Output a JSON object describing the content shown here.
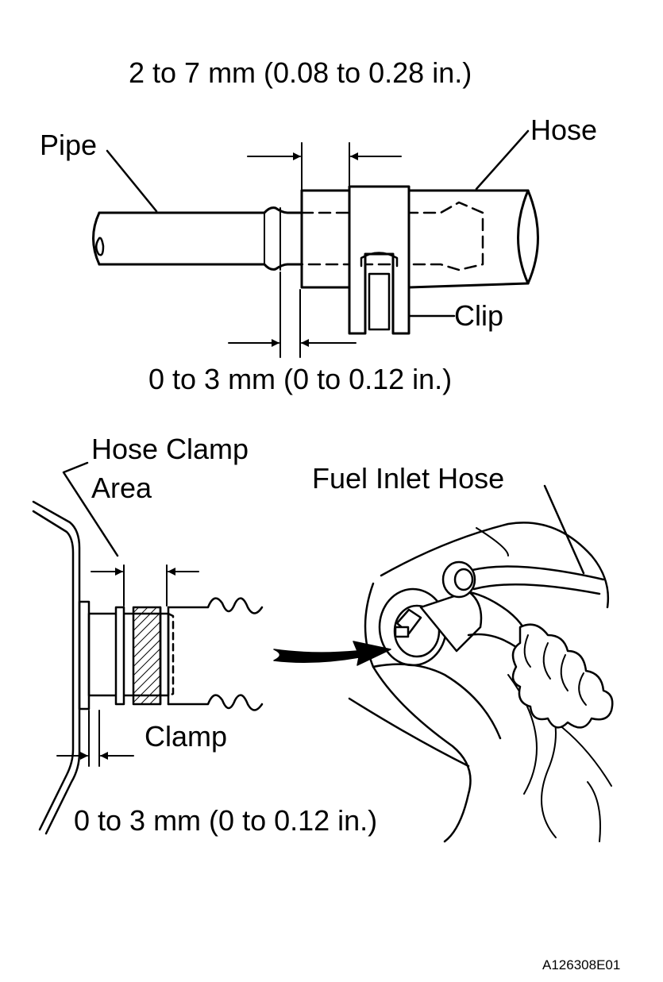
{
  "top_figure": {
    "dimension_upper": "2 to 7 mm (0.08 to 0.28 in.)",
    "label_pipe": "Pipe",
    "label_hose": "Hose",
    "label_clip": "Clip",
    "dimension_lower": "0 to 3 mm (0 to 0.12 in.)"
  },
  "bottom_figure": {
    "label_hose_clamp_area_line1": "Hose Clamp",
    "label_hose_clamp_area_line2": "Area",
    "label_fuel_inlet_hose": "Fuel Inlet Hose",
    "label_clamp": "Clamp",
    "dimension_bottom": "0 to 3 mm (0 to 0.12 in.)"
  },
  "reference_code": "A126308E01",
  "colors": {
    "line": "#000000",
    "background": "#ffffff"
  }
}
